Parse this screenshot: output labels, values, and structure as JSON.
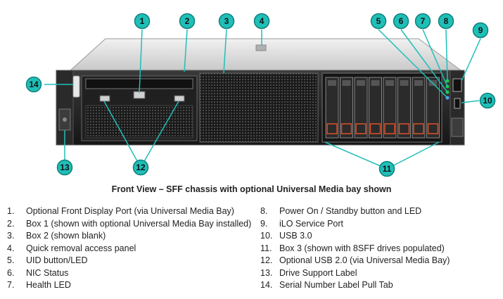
{
  "callouts": [
    "1",
    "2",
    "3",
    "4",
    "5",
    "6",
    "7",
    "8",
    "9",
    "10",
    "11",
    "12",
    "13",
    "14"
  ],
  "caption": "Front View – SFF chassis with optional Universal Media bay shown",
  "legend": [
    {
      "num": "1.",
      "text": "Optional Front Display Port (via Universal Media Bay)"
    },
    {
      "num": "2.",
      "text": "Box 1 (shown with optional Universal Media Bay installed)"
    },
    {
      "num": "3.",
      "text": "Box 2 (shown blank)"
    },
    {
      "num": "4.",
      "text": "Quick removal access panel"
    },
    {
      "num": "5.",
      "text": "UID button/LED"
    },
    {
      "num": "6.",
      "text": "NIC Status"
    },
    {
      "num": "7.",
      "text": "Health LED"
    },
    {
      "num": "8.",
      "text": "Power On / Standby button and LED"
    },
    {
      "num": "9.",
      "text": "iLO Service Port"
    },
    {
      "num": "10.",
      "text": "USB 3.0"
    },
    {
      "num": "11.",
      "text": "Box 3  (shown with 8SFF drives populated)"
    },
    {
      "num": "12.",
      "text": "Optional USB 2.0 (via Universal Media Bay)"
    },
    {
      "num": "13.",
      "text": "Drive Support Label"
    },
    {
      "num": "14.",
      "text": "Serial Number Label Pull Tab"
    }
  ],
  "colors": {
    "callout_fill": "#1fbfb8",
    "callout_ring": "#0e7f7a",
    "leader": "#1fbfb8",
    "led": "#22cc44",
    "drive_accent": "#e0502a"
  }
}
